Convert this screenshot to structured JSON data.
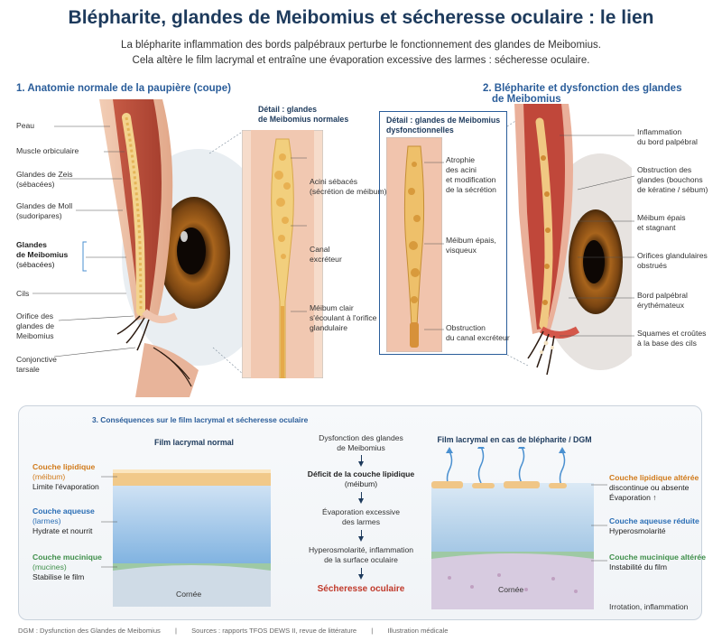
{
  "header": {
    "title": "Blépharite, glandes de Meibomius et sécheresse oculaire : le lien",
    "subtitle_line1": "La blépharite inflammation des bords palpébraux perturbe le fonctionnement des glandes de Meibomius.",
    "subtitle_line2": "Cela altère le film lacrymal et entraîne une évaporation excessive des larmes : sécheresse oculaire."
  },
  "section1": {
    "title": "1. Anatomie normale de la paupière (coupe)",
    "labels": {
      "peau": "Peau",
      "muscle": "Muscle orbiculaire",
      "zeis1": "Glandes de Zeis",
      "zeis2": "(sébacées)",
      "moll1": "Glandes de Moll",
      "moll2": "(sudoripares)",
      "meibo1": "Glandes",
      "meibo2": "de Meibomius",
      "meibo3": "(sébacées)",
      "cils": "Cils",
      "orif1": "Orifice des",
      "orif2": "glandes de",
      "orif3": "Meibomius",
      "conj1": "Conjonctive",
      "conj2": "tarsale"
    },
    "detail": {
      "title1": "Détail : glandes",
      "title2": "de Meibomius normales",
      "acini1": "Acini sébacés",
      "acini2": "(sécrétion de méibum)",
      "canal1": "Canal",
      "canal2": "excréteur",
      "meibum1": "Méibum clair",
      "meibum2": "s'écoulant à l'orifice",
      "meibum3": "glandulaire"
    }
  },
  "section2": {
    "title1": "2. Blépharite et dysfonction des glandes",
    "title2": "de Meibomius",
    "detail": {
      "title1": "Détail : glandes de Meibomius",
      "title2": "dysfonctionnelles",
      "atro1": "Atrophie",
      "atro2": "des acini",
      "atro3": "et modification",
      "atro4": "de la sécrétion",
      "epais1": "Méibum épais,",
      "epais2": "visqueux",
      "obst1": "Obstruction",
      "obst2": "du canal excréteur"
    },
    "labels": {
      "infl1": "Inflammation",
      "infl2": "du bord palpébral",
      "obs1": "Obstruction des",
      "obs2": "glandes (bouchons",
      "obs3": "de kératine / sébum)",
      "stag1": "Méibum épais",
      "stag2": "et stagnant",
      "orif1": "Orifices glandulaires",
      "orif2": "obstrués",
      "bord1": "Bord palpébral",
      "bord2": "érythémateux",
      "squa1": "Squames et croûtes",
      "squa2": "à la base des cils"
    }
  },
  "section3": {
    "title": "3. Conséquences sur le film lacrymal et sécheresse oculaire",
    "normal": {
      "title": "Film lacrymal normal",
      "lip1": "Couche lipidique",
      "lip2": "(méibum)",
      "lip3": "Limite l'évaporation",
      "aq1": "Couche aqueuse",
      "aq2": "(larmes)",
      "aq3": "Hydrate et nourrit",
      "muc1": "Couche mucinique",
      "muc2": "(mucines)",
      "muc3": "Stabilise le film",
      "cornea": "Cornée"
    },
    "flow": {
      "s1a": "Dysfonction des glandes",
      "s1b": "de Meibomius",
      "s2a": "Déficit de la couche lipidique",
      "s2b": "(méibum)",
      "s3a": "Évaporation excessive",
      "s3b": "des larmes",
      "s4a": "Hyperosmolarité, inflammation",
      "s4b": "de la surface oculaire",
      "s5": "Sécheresse oculaire"
    },
    "abnormal": {
      "title": "Film lacrymal en cas de blépharite / DGM",
      "lip1": "Couche lipidique altérée",
      "lip2": "discontinue ou absente",
      "lip3": "Évaporation ↑",
      "aq1": "Couche aqueuse réduite",
      "aq2": "Hyperosmolarité",
      "muc1": "Couche mucinique altérée",
      "muc2": "Instabilité du film",
      "cornea": "Cornée",
      "bottom": "Irrotation, inflammation"
    }
  },
  "footer": {
    "f1": "DGM : Dysfunction des Glandes de Meibomius",
    "f2": "|",
    "f3": "Sources : rapports TFOS DEWS II, revue de littérature",
    "f4": "|",
    "f5": "Illustration médicale"
  },
  "colors": {
    "title": "#1d3a5c",
    "section": "#2a5d9a",
    "lipid": "#d07a1a",
    "aqueous": "#2a6db5",
    "mucin": "#3f8f4a",
    "accent_red": "#c0392b"
  }
}
